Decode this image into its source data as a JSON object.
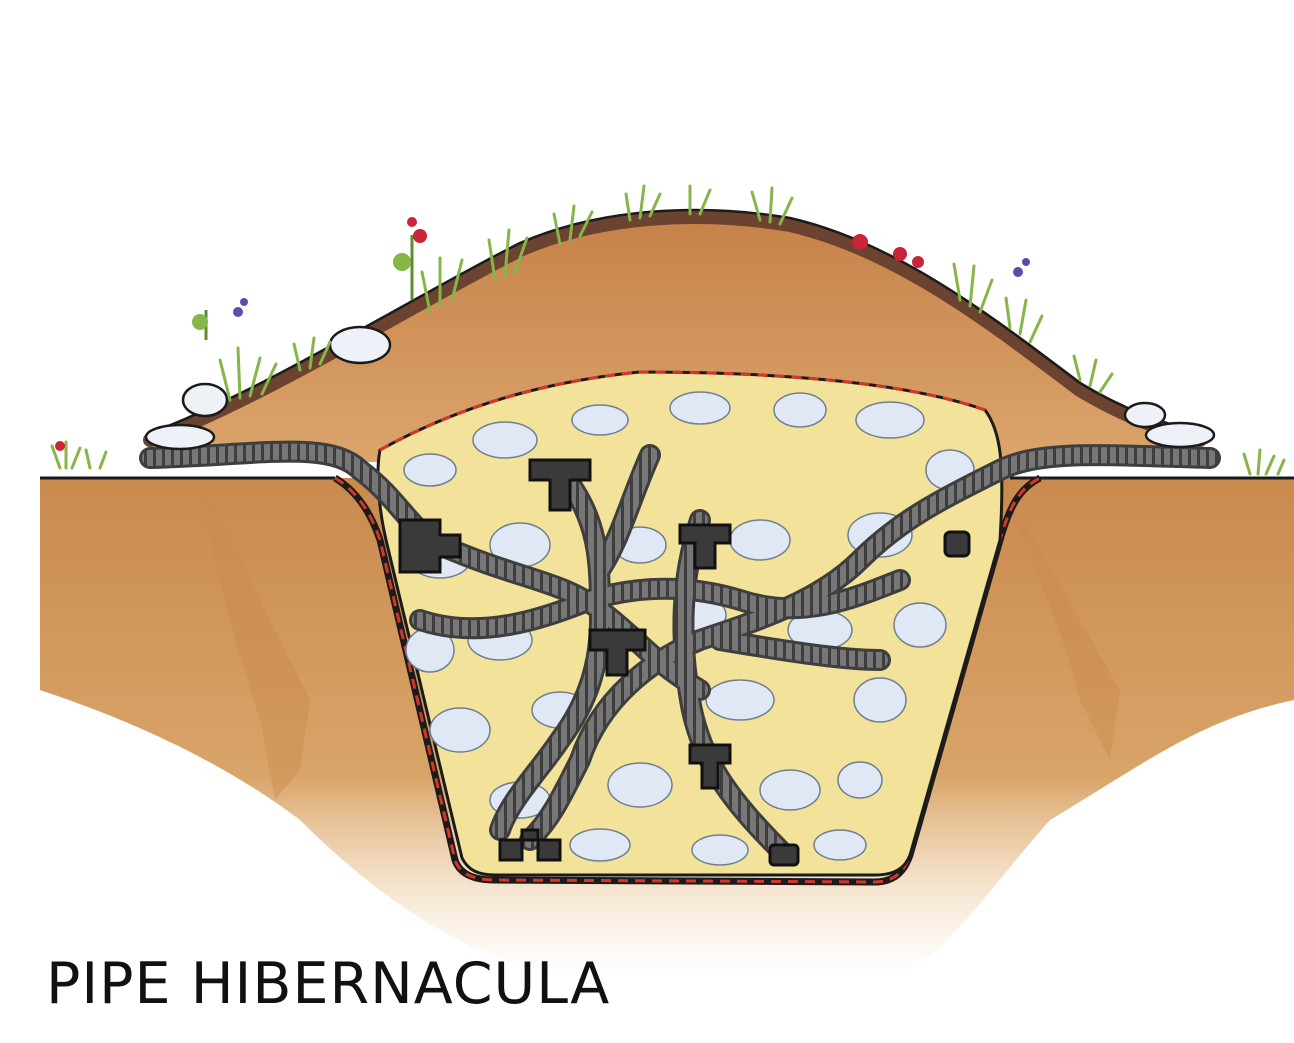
{
  "caption": "PIPE HIBERNACULA",
  "palette": {
    "soil": "#c98a4e",
    "mound_crust": "#6b4330",
    "fill": "#f2e29a",
    "rock": "#dfe8f4",
    "pipe": "#6f6f6f",
    "pipe_ridge": "#3e3e3e",
    "fitting": "#3a3a3a",
    "liner": "#d4362a",
    "grass": "#86b548",
    "flower_red": "#c8243a",
    "flower_purple": "#5a4fa8"
  },
  "icons": [
    "grass-tuft",
    "flower",
    "rock",
    "corrugated-pipe",
    "tee-fitting"
  ]
}
